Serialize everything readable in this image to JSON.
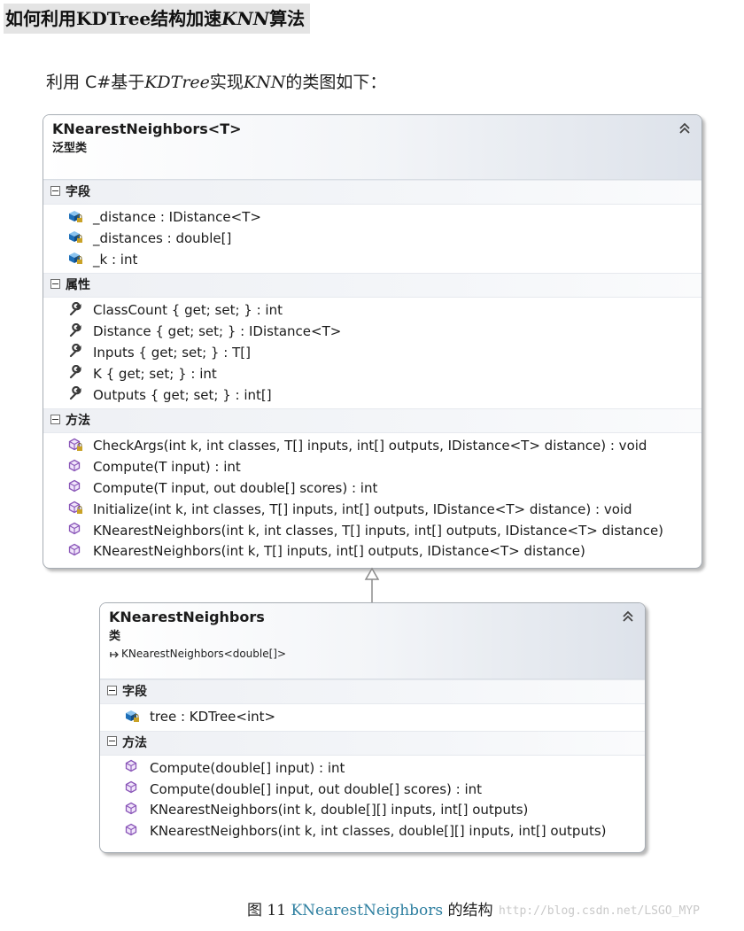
{
  "heading": {
    "prefix": "如何利用",
    "mid1": "KDTree",
    "mid2": "结构加速",
    "italic": "KNN",
    "suffix": "算法"
  },
  "intro": {
    "prefix": "利用 C#基于",
    "italic1": "KDTree",
    "mid": "实现",
    "italic2": "KNN",
    "suffix": "的类图如下："
  },
  "generic_class": {
    "name": "KNearestNeighbors<T>",
    "kind": "泛型类",
    "fields_title": "字段",
    "fields": [
      "_distance : IDistance<T>",
      "_distances : double[]",
      "_k : int"
    ],
    "properties_title": "属性",
    "properties": [
      "ClassCount { get; set; } : int",
      "Distance { get; set; } : IDistance<T>",
      "Inputs { get; set; } : T[]",
      "K { get; set; } : int",
      "Outputs { get; set; } : int[]"
    ],
    "methods_title": "方法",
    "methods": [
      {
        "text": "CheckArgs(int k, int classes, T[] inputs, int[] outputs, IDistance<T> distance) : void",
        "private": true
      },
      {
        "text": "Compute(T input) : int",
        "private": false
      },
      {
        "text": "Compute(T input, out double[] scores) : int",
        "private": false
      },
      {
        "text": "Initialize(int k, int classes, T[] inputs, int[] outputs, IDistance<T> distance) : void",
        "private": true
      },
      {
        "text": "KNearestNeighbors(int k, int classes, T[] inputs, int[] outputs, IDistance<T> distance)",
        "private": false
      },
      {
        "text": "KNearestNeighbors(int k, T[] inputs, int[] outputs, IDistance<T> distance)",
        "private": false
      }
    ]
  },
  "derived_class": {
    "name": "KNearestNeighbors",
    "kind": "类",
    "base": "KNearestNeighbors<double[]>",
    "fields_title": "字段",
    "fields": [
      "tree : KDTree<int>"
    ],
    "methods_title": "方法",
    "methods": [
      "Compute(double[] input) : int",
      "Compute(double[] input, out double[] scores) : int",
      "KNearestNeighbors(int k, double[][] inputs, int[] outputs)",
      "KNearestNeighbors(int k, int classes, double[][] inputs, int[] outputs)"
    ]
  },
  "caption": {
    "prefix": "图 11 ",
    "link": "KNearestNeighbors",
    "suffix": " 的结构"
  },
  "watermark": "http://blog.csdn.net/LSGO_MYP",
  "colors": {
    "field_icon": "#1e6fb8",
    "property_icon": "#3a3a3a",
    "method_icon": "#8a56b8",
    "link": "#2e7fa0"
  }
}
